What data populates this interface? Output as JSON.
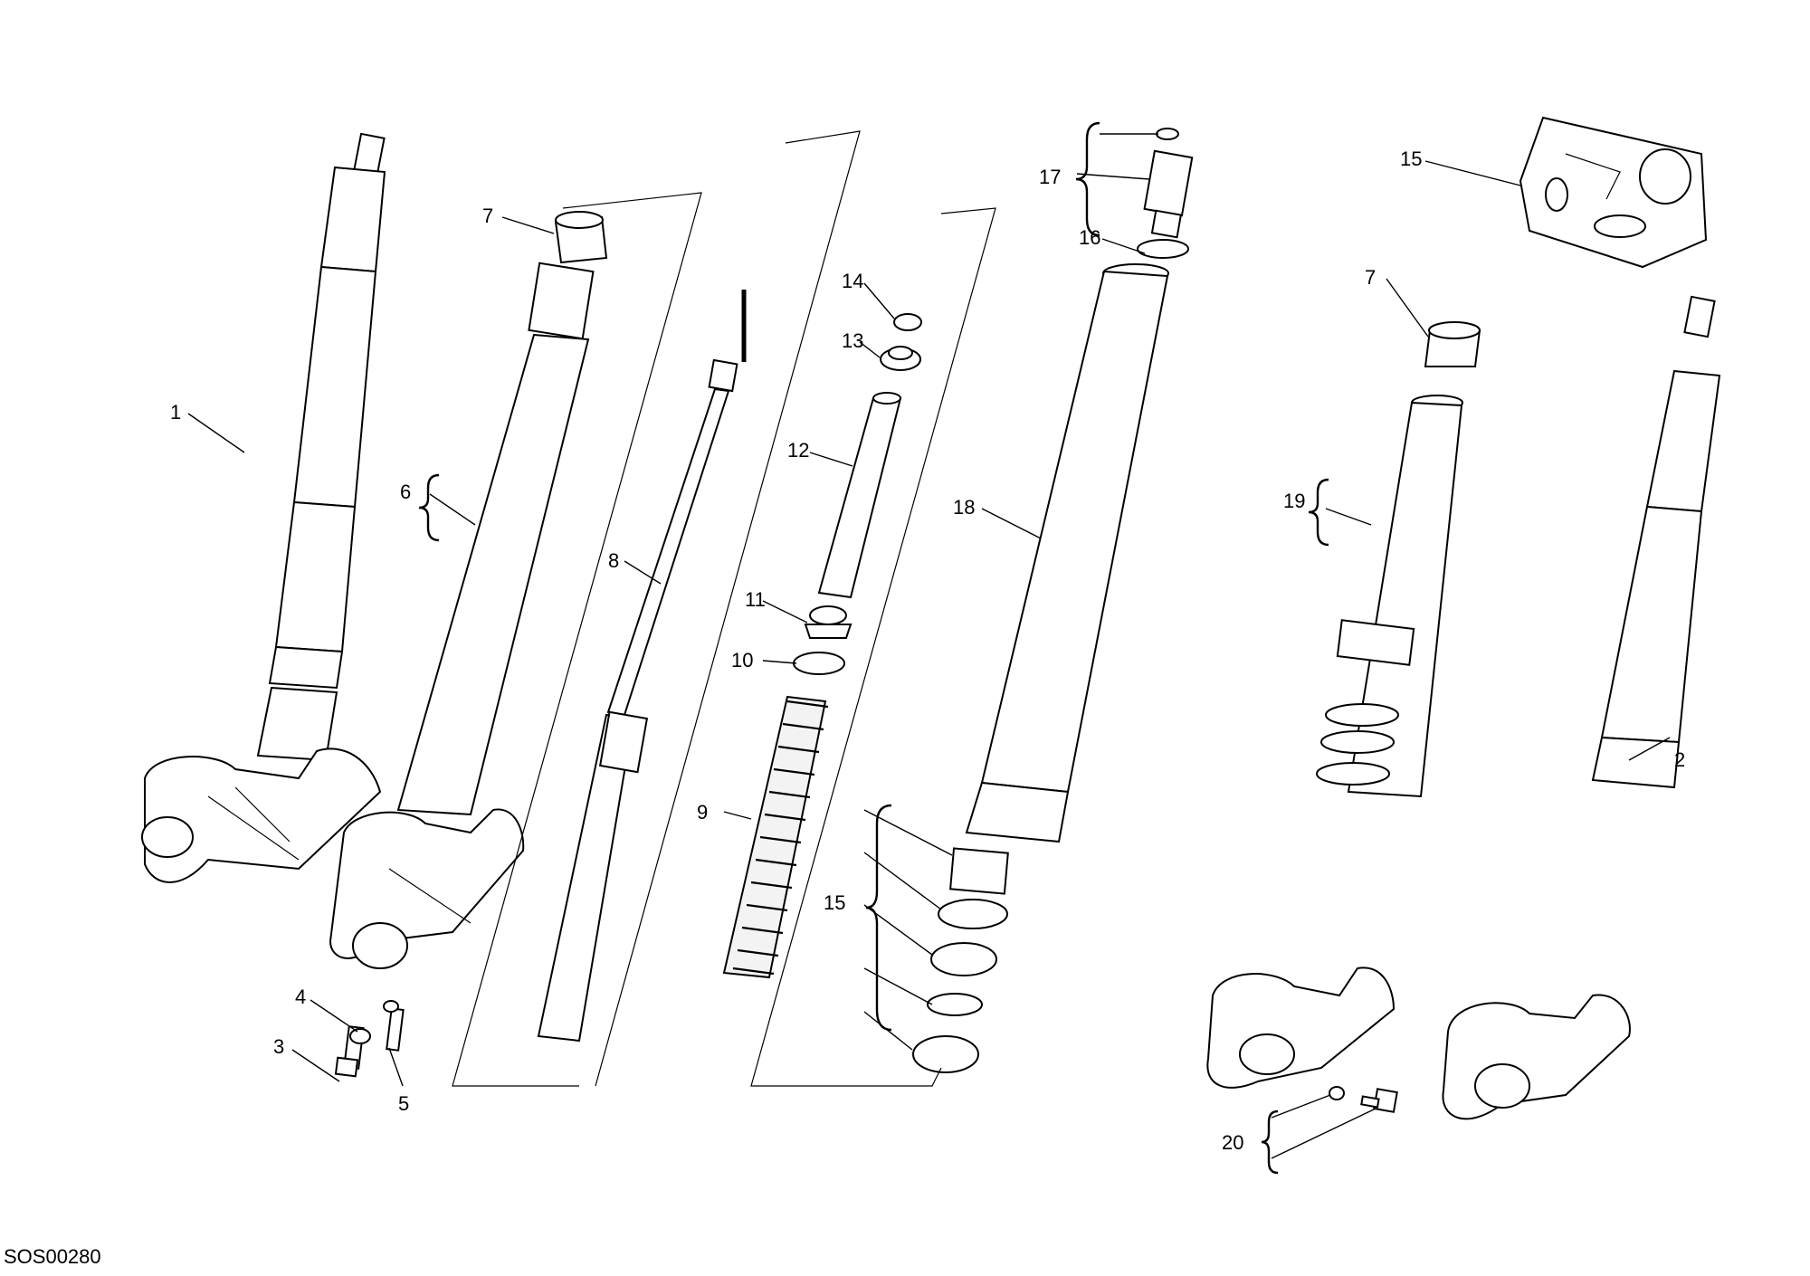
{
  "drawing_code": "SOS00280",
  "callouts": {
    "c1": "1",
    "c2": "2",
    "c3": "3",
    "c4": "4",
    "c5": "5",
    "c6": "6",
    "c7a": "7",
    "c7b": "7",
    "c8": "8",
    "c9": "9",
    "c10": "10",
    "c11": "11",
    "c12": "12",
    "c13": "13",
    "c14": "14",
    "c15a": "15",
    "c15b": "15",
    "c16": "16",
    "c17": "17",
    "c18": "18",
    "c19": "19",
    "c20": "20"
  }
}
